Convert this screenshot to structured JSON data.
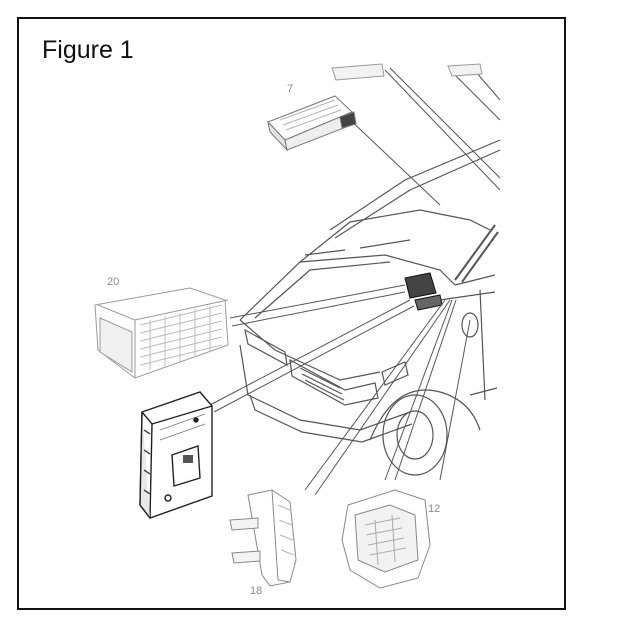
{
  "figure": {
    "title": "Figure 1",
    "callouts": [
      "7",
      "20",
      "12",
      "18"
    ]
  },
  "colors": {
    "ink": "#111111",
    "line": "#555555",
    "faint": "#9a9a9a",
    "hatch": "#b5b5b5",
    "dark_module": "#444444"
  }
}
